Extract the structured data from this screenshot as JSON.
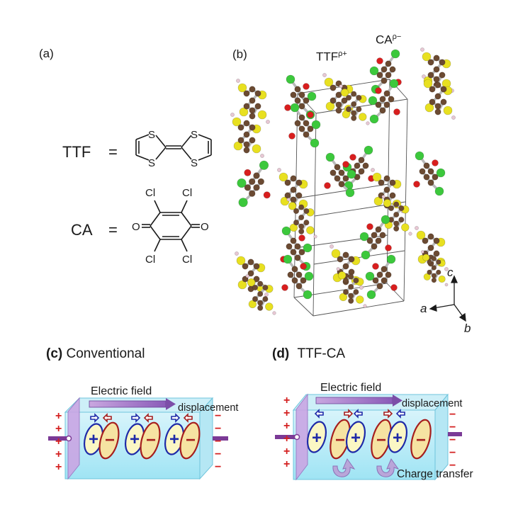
{
  "panel_a": {
    "label": "(a)",
    "ttf_name": "TTF",
    "ca_name": "CA",
    "equals": "=",
    "atoms": {
      "s": "S",
      "cl": "Cl",
      "o": "O"
    }
  },
  "panel_b": {
    "label": "(b)",
    "ttf_label": "TTF",
    "ttf_sup": "ρ+",
    "ca_label": "CA",
    "ca_sup": "ρ−",
    "axis_a": "a",
    "axis_b": "b",
    "axis_c": "c",
    "colors": {
      "sulfur": "#e8e020",
      "chlorine": "#3cc83c",
      "oxygen": "#d81e1e",
      "carbon": "#6b4a32",
      "hydrogen": "#e8c8d4"
    }
  },
  "panel_c": {
    "label": "(c)",
    "title": "Conventional",
    "field_label": "Electric field",
    "displacement_label": "displacement",
    "plus": "+",
    "minus": "−"
  },
  "panel_d": {
    "label": "(d)",
    "title": "TTF-CA",
    "field_label": "Electric field",
    "displacement_label": "displacement",
    "charge_transfer_label": "Charge transfer",
    "plus": "+",
    "minus": "−"
  }
}
